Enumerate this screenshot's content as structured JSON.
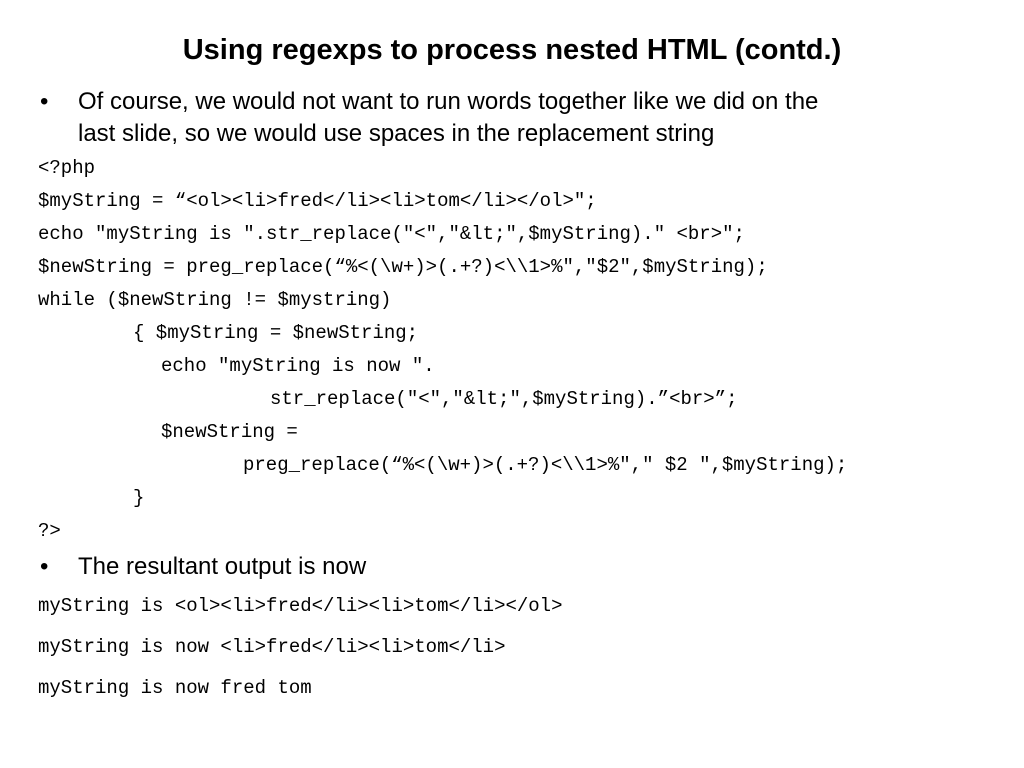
{
  "slide": {
    "title": "Using regexps to process nested HTML (contd.)",
    "bullets": [
      {
        "marker": "•",
        "line1": "Of course, we would not want to run words together like we did on the",
        "line2": "last slide, so we would use spaces in the replacement string"
      },
      {
        "marker": "•",
        "line1": "The resultant output is now"
      }
    ],
    "code": [
      "<?php",
      "$myString = “<ol><li>fred</li><li>tom</li></ol>\";",
      "echo \"myString is \".str_replace(\"<\",\"&lt;\",$myString).\" <br>\";",
      "$newString = preg_replace(“%<(\\w+)>(.+?)<\\\\1>%\",\"$2\",$myString);",
      "while ($newString != $mystring)",
      "{ $myString = $newString;",
      "echo \"myString is now \".",
      "str_replace(\"<\",\"&lt;\",$myString).”<br>”;",
      "$newString =",
      "preg_replace(“%<(\\w+)>(.+?)<\\\\1>%\",\" $2 \",$myString);",
      "}",
      "?>"
    ],
    "output": [
      "myString is <ol><li>fred</li><li>tom</li></ol>",
      "myString is now <li>fred</li><li>tom</li>",
      "myString is now fred tom"
    ]
  }
}
